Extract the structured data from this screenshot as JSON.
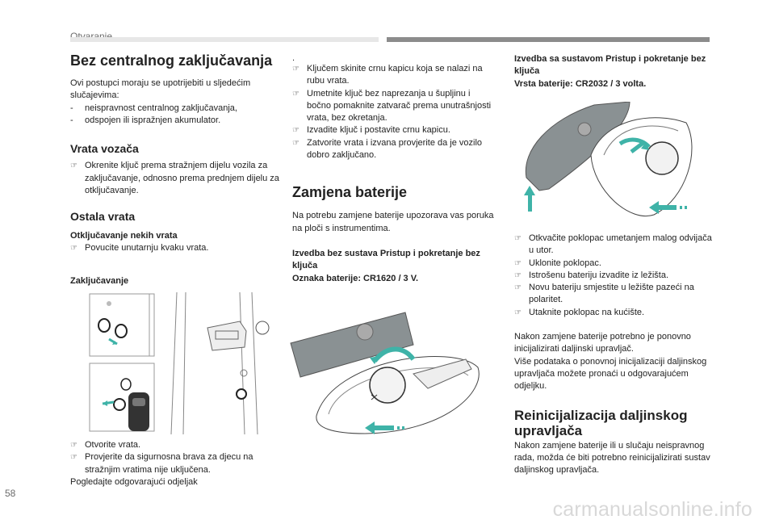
{
  "header": {
    "section": "Otvaranje",
    "page_number": "58",
    "watermark": "carmanualsonline.info"
  },
  "col1": {
    "title": "Bez centralnog zaključavanja",
    "intro": "Ovi postupci moraju se upotrijebiti u sljedećim slučajevima:",
    "intro_items": [
      "neispravnost centralnog zaključavanja,",
      "odspojen ili ispražnjen akumulator."
    ],
    "driver_door": {
      "heading": "Vrata vozača",
      "text": "Okrenite ključ prema stražnjem dijelu vozila za zaključavanje, odnosno prema prednjem dijelu za otključavanje."
    },
    "other_doors": {
      "heading": "Ostala vrata",
      "unlock_heading": "Otključavanje nekih vrata",
      "unlock_text": "Povucite unutarnju kvaku vrata.",
      "lock_heading": "Zaključavanje"
    },
    "bottom_items": [
      "Otvorite vrata.",
      "Provjerite da sigurnosna brava za djecu na stražnjim vratima nije uključena."
    ],
    "bottom_note": "Pogledajte odgovarajući odjeljak"
  },
  "col2": {
    "dot": ".",
    "steps": [
      "Ključem skinite crnu kapicu koja se nalazi na rubu vrata.",
      "Umetnite ključ bez naprezanja u šupljinu i bočno pomaknite zatvarač prema unutrašnjosti vrata, bez okretanja.",
      "Izvadite ključ i postavite crnu kapicu.",
      "Zatvorite vrata i izvana provjerite da je vozilo dobro zaključano."
    ],
    "battery_title": "Zamjena baterije",
    "battery_intro": "Na potrebu zamjene baterije upozorava vas poruka na ploči s instrumentima.",
    "variant1_heading": "Izvedba bez sustava Pristup i pokretanje bez ključa",
    "variant1_battery": "Oznaka baterije: CR1620 / 3 V."
  },
  "col3": {
    "variant2_heading": "Izvedba sa sustavom Pristup i pokretanje bez ključa",
    "variant2_battery": "Vrsta baterije: CR2032 / 3 volta.",
    "steps": [
      "Otkvačite poklopac umetanjem malog odvijača u utor.",
      "Uklonite poklopac.",
      "Istrošenu bateriju izvadite iz ležišta.",
      "Novu bateriju smjestite u ležište pazeći na polaritet.",
      "Utaknite poklopac na kućište."
    ],
    "after_text": "Nakon zamjene baterije potrebno je ponovno inicijalizirati daljinski upravljač.\nViše podataka o ponovnoj inicijalizaciji daljinskog upravljača možete pronaći u odgovarajućem odjeljku.",
    "reinit_title": "Reinicijalizacija daljinskog upravljača",
    "reinit_text": "Nakon zamjene baterije ili u slučaju neispravnog rada, možda će biti potrebno reinicijalizirati sustav daljinskog upravljača."
  },
  "icons": {
    "bullet": "pointing-hand-icon"
  },
  "colors": {
    "accent_arrow": "#3fb3a8",
    "header_dark": "#8c8c8c",
    "header_light": "#e7e7e7"
  }
}
